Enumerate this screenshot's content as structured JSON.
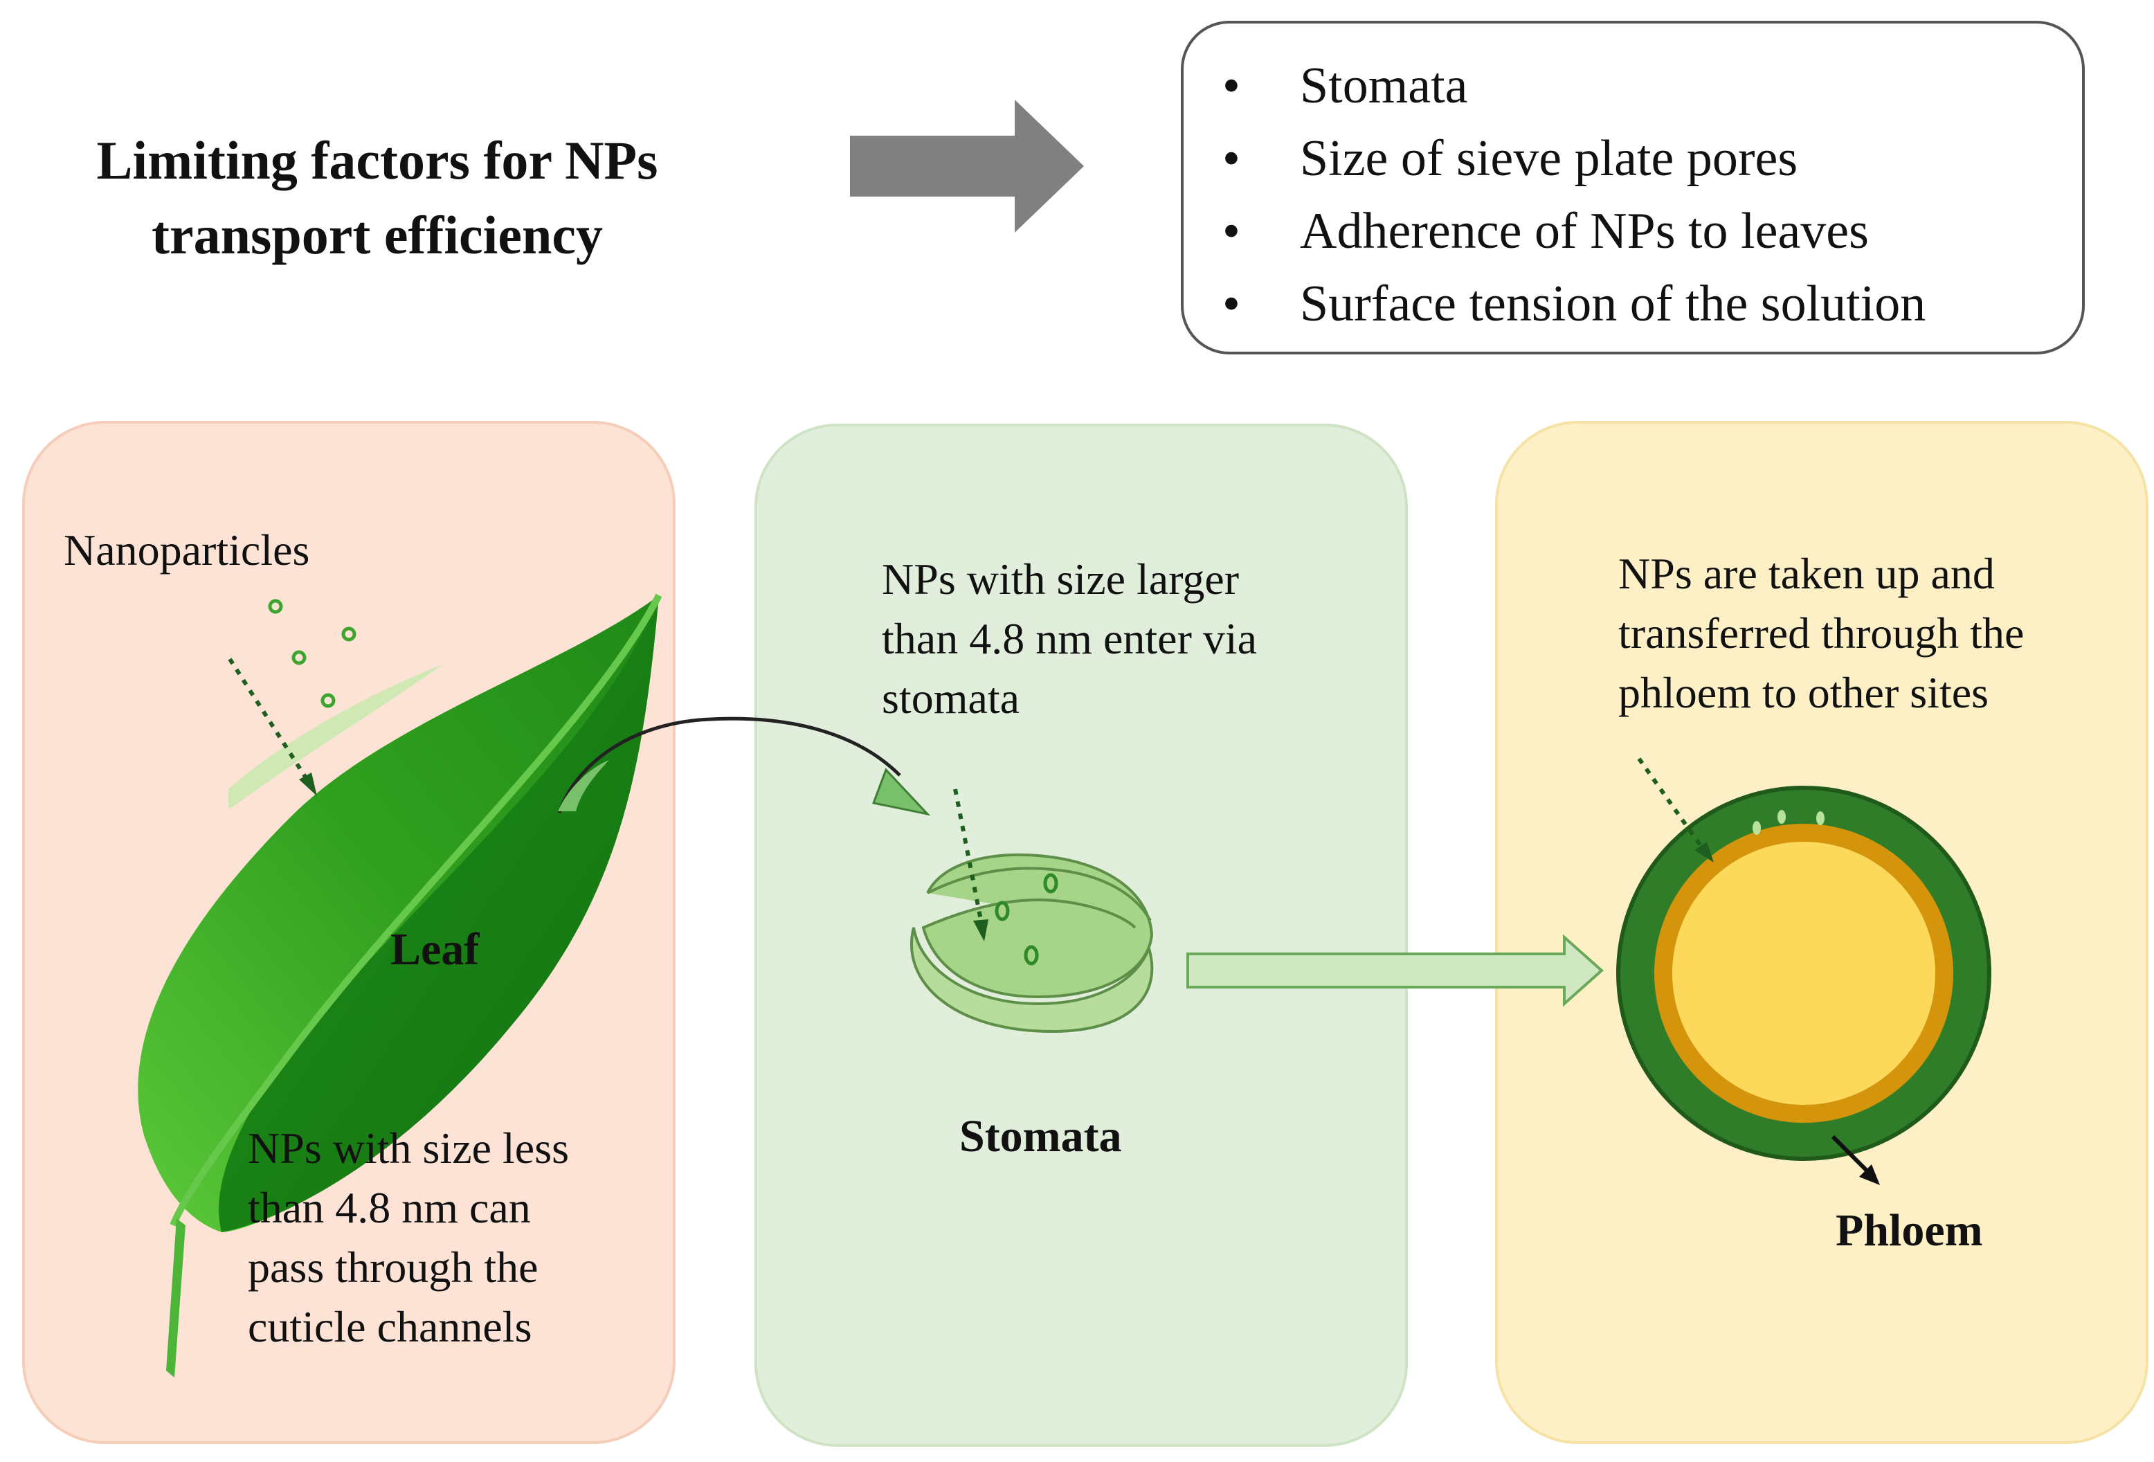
{
  "header": {
    "title_line1": "Limiting factors for NPs",
    "title_line2": "transport efficiency"
  },
  "factors": [
    "Stomata",
    "Size of sieve plate pores",
    "Adherence of NPs to leaves",
    "Surface tension of the solution"
  ],
  "leaf_panel": {
    "nanoparticles_label": "Nanoparticles",
    "leaf_label": "Leaf",
    "description": [
      "NPs with size less",
      "than 4.8 nm can",
      "pass through the",
      "cuticle channels"
    ]
  },
  "stomata_panel": {
    "description": [
      "NPs with size larger",
      "than 4.8 nm enter via",
      "stomata"
    ],
    "stomata_label": "Stomata"
  },
  "phloem_panel": {
    "description": [
      "NPs are taken up and",
      "transferred through the",
      "phloem to other sites"
    ],
    "phloem_label": "Phloem"
  },
  "colors": {
    "leaf_panel_bg": "#fde3d5",
    "stomata_panel_bg": "#e1eedb",
    "phloem_panel_bg": "#fdf0c6",
    "leaf_green": "#2f9e1e",
    "phloem_outer": "#2f7d28",
    "phloem_ring": "#d4950c",
    "phloem_core": "#fcd95a",
    "arrow_gray": "#808080"
  }
}
